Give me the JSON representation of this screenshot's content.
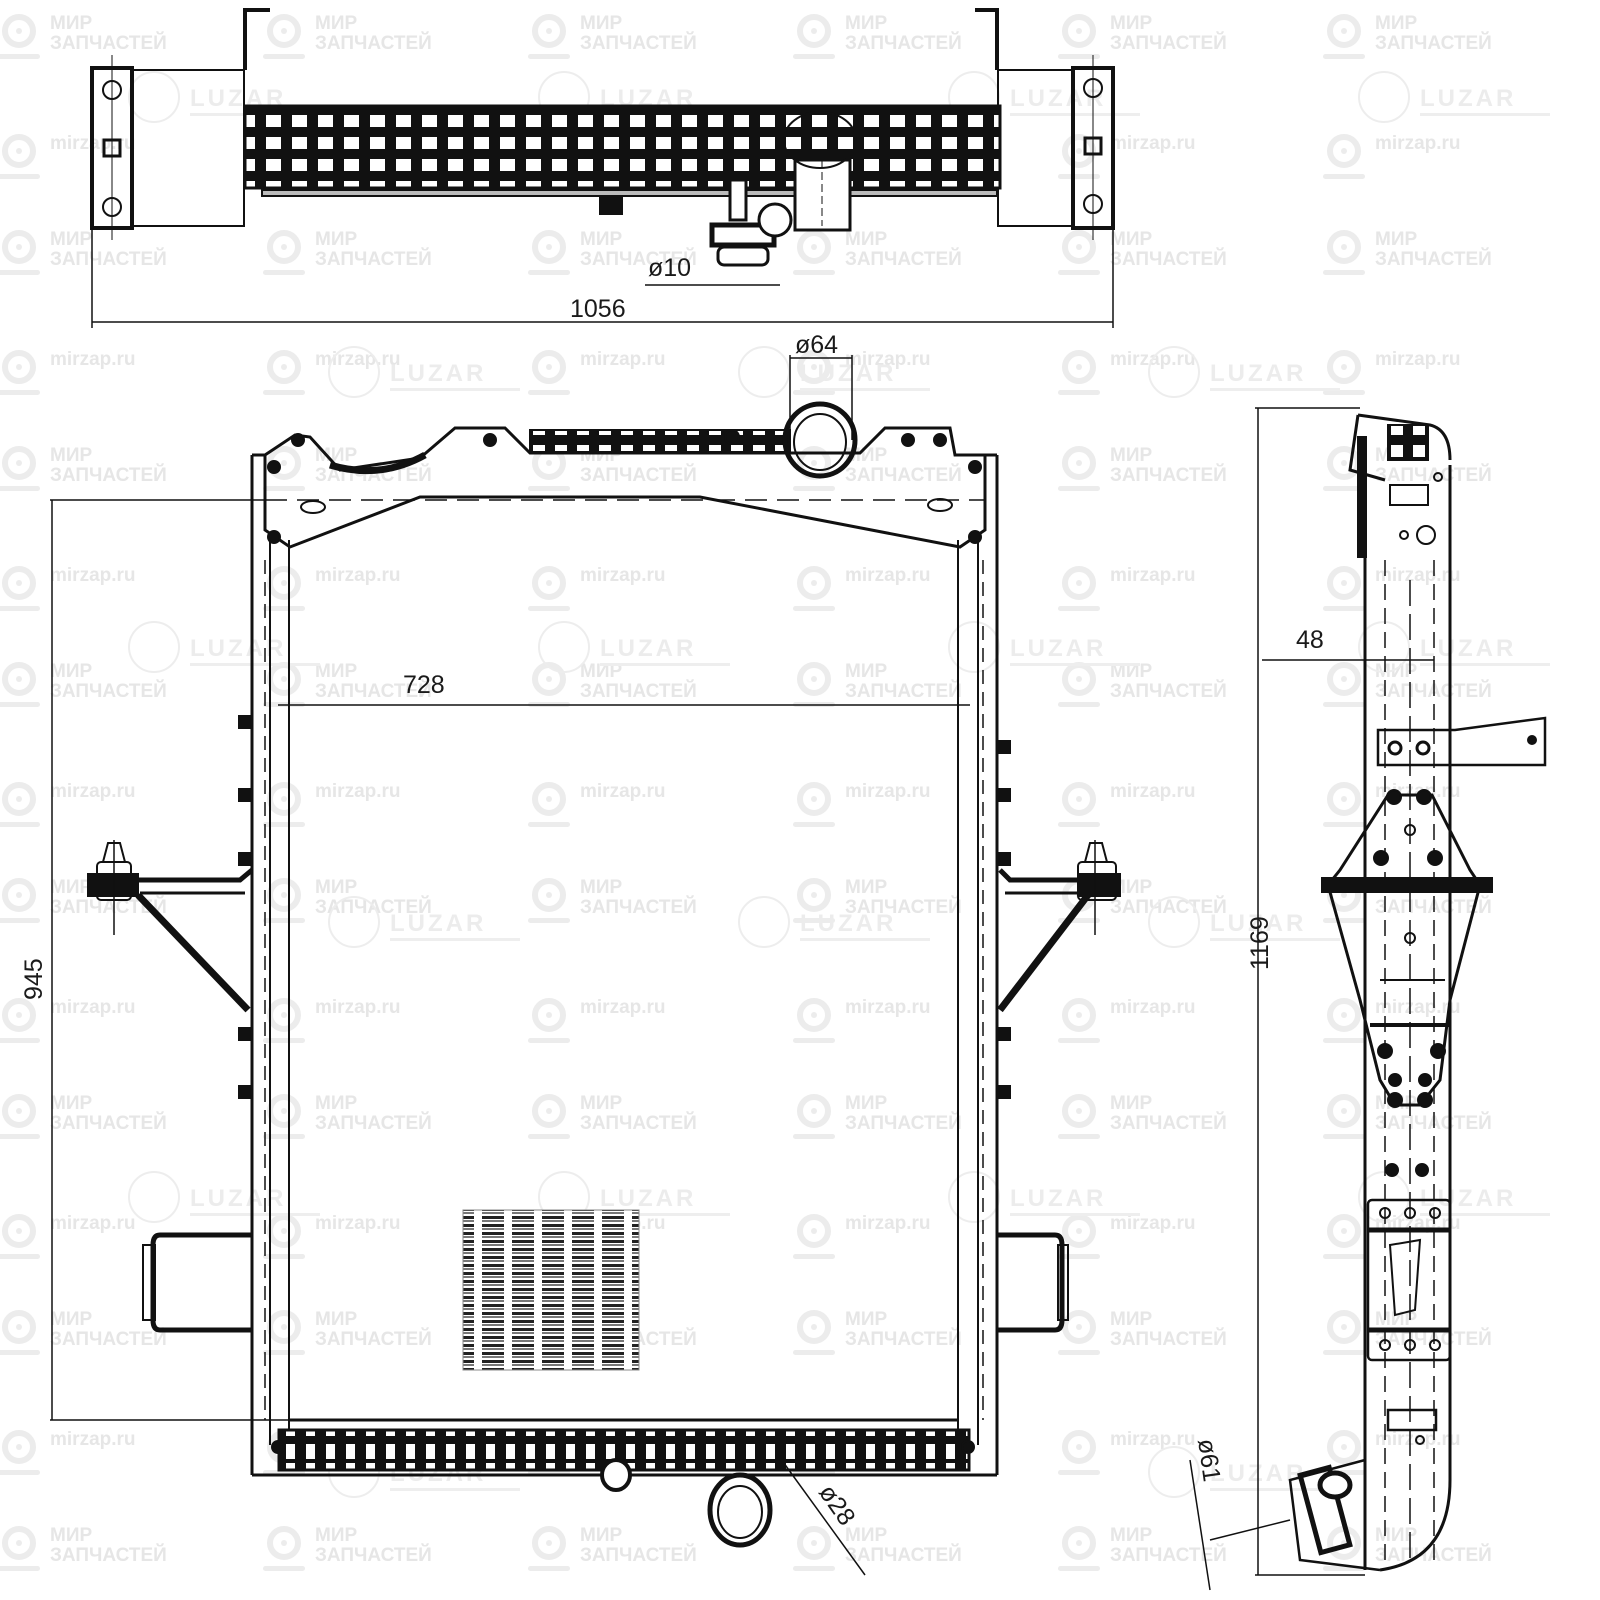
{
  "drawing": {
    "title": "Radiator technical drawing",
    "line_color": "#111111",
    "dimension_color": "#222222",
    "views": {
      "top_view": {
        "overall_width_label": "1056",
        "drain_diameter_label": "ø10"
      },
      "front_view": {
        "core_width_label": "728",
        "core_height_label": "945",
        "upper_inlet_diameter_label": "ø64",
        "lower_outlet_diameter_label": "ø28"
      },
      "side_view": {
        "overall_height_label": "1169",
        "core_depth_label": "48",
        "lower_pipe_diameter_label": "ø61"
      }
    }
  },
  "watermarks": {
    "color": "#e6e6e6",
    "mirzap_line1": "МИР",
    "mirzap_line2": "ЗАПЧАСТЕЙ",
    "mirzap_url": "mirzap.ru",
    "luzar_brand": "LUZAR"
  }
}
